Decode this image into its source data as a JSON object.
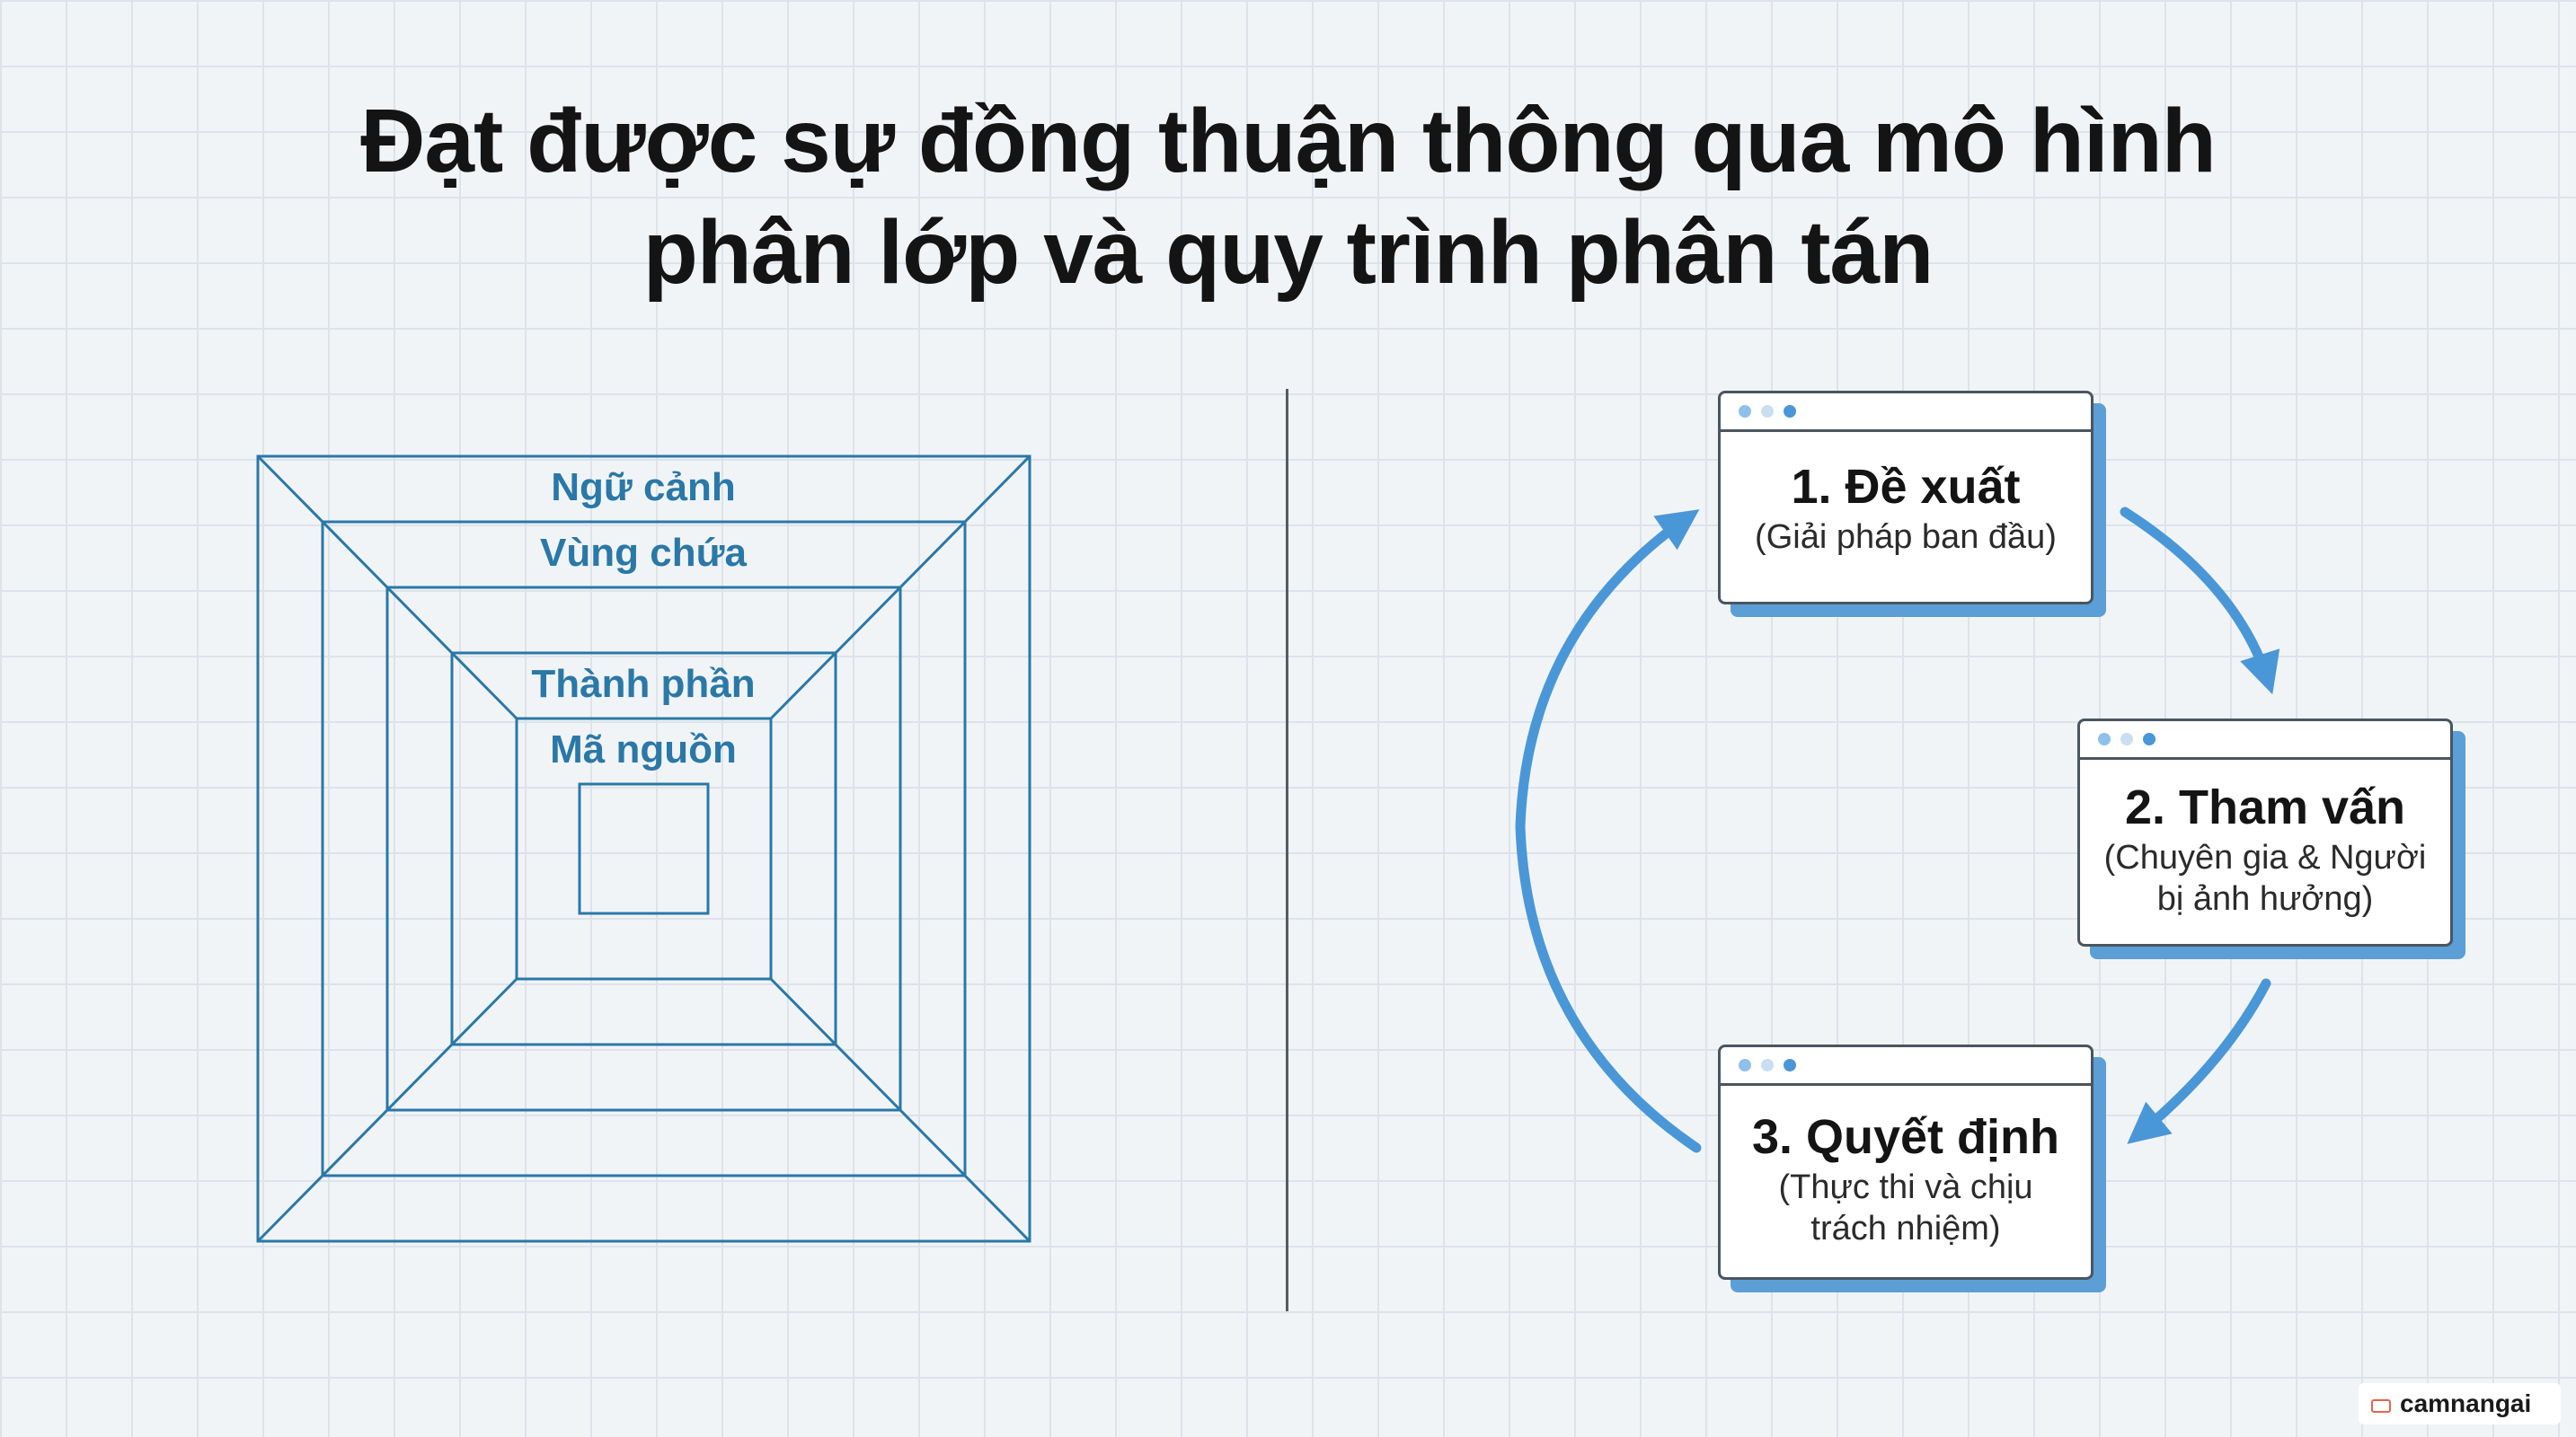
{
  "title": {
    "line1": "Đạt được sự đồng thuận thông qua mô hình",
    "line2": "phân lớp và quy trình phân tán"
  },
  "layers": {
    "color": "#2a78a8",
    "labels": [
      "Ngữ cảnh",
      "Vùng chứa",
      "Thành phần",
      "Mã nguồn"
    ]
  },
  "process": {
    "accent": "#4a97d8",
    "steps": [
      {
        "title": "1. Đề xuất",
        "subtitle_lines": [
          "(Giải pháp ban đầu)"
        ]
      },
      {
        "title": "2. Tham vấn",
        "subtitle_lines": [
          "(Chuyên gia & Người",
          "bị ảnh hưởng)"
        ]
      },
      {
        "title": "3. Quyết định",
        "subtitle_lines": [
          "(Thực thi và chịu",
          "trách nhiệm)"
        ]
      }
    ]
  },
  "watermark": {
    "text": "camnangai"
  }
}
